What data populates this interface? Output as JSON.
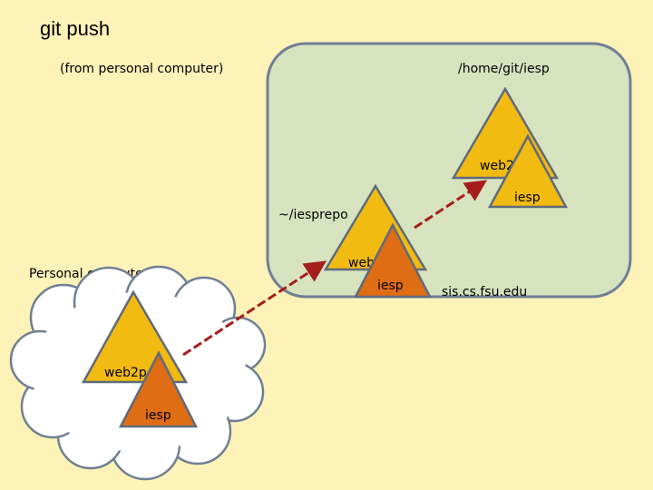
{
  "slide": {
    "title": "git push",
    "subtitle": "(from personal computer)",
    "colors": {
      "background": "#fdf2b8",
      "server_box_fill": "#d7e2bf",
      "server_box_stroke": "#6f7f93",
      "repo_triangle": "#f2bb12",
      "branch_triangle": "#df6d14",
      "triangle_stroke": "#5f6b7a",
      "arrow": "#a51d1d",
      "cloud_fill": "#ffffff",
      "cloud_stroke": "#6f7f93"
    }
  },
  "server": {
    "path_label": "/home/git/iesp",
    "host_label": "sis.cs.fsu.edu",
    "bare_repo": {
      "label": "web2",
      "branch": "iesp"
    },
    "local_repo": {
      "path_label": "~/iesprepo",
      "label": "web2p",
      "branch": "iesp"
    }
  },
  "personal": {
    "label": "Personal computer",
    "repo": {
      "label": "web2p",
      "branch": "iesp"
    }
  }
}
